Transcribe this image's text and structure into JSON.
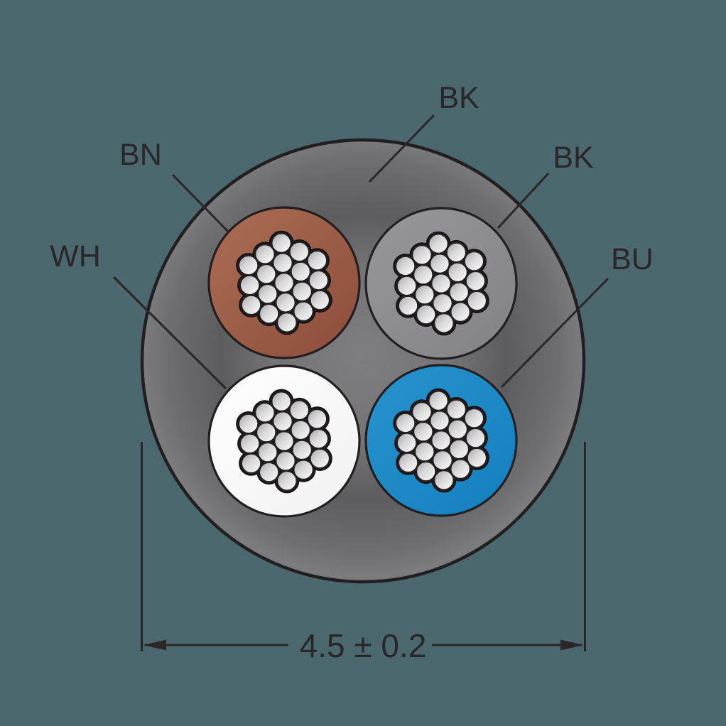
{
  "diagram": {
    "type": "cable-cross-section",
    "labels": {
      "jacket": "BK",
      "bk": "BK",
      "bn": "BN",
      "wh": "WH",
      "bu": "BU"
    },
    "dimension": {
      "text": "4.5 ± 0.2"
    },
    "conductors": [
      {
        "label": "BN",
        "color_name": "brown",
        "position": "top-left"
      },
      {
        "label": "BK",
        "color_name": "gray",
        "position": "top-right"
      },
      {
        "label": "WH",
        "color_name": "white",
        "position": "bottom-left"
      },
      {
        "label": "BU",
        "color_name": "blue",
        "position": "bottom-right"
      }
    ],
    "strands_per_conductor": 19,
    "colors": {
      "background": "#4C686F",
      "outline": "#231F20",
      "line": "#2B2728",
      "text": "#2B2728",
      "jacket_center": "#7E7E81",
      "jacket_inner": "#747477",
      "jacket_mid": "#5D5D60",
      "jacket_outer": "#6E6E71",
      "jacket_rim": "#7C7C7F",
      "jacket_edge": "#717174",
      "brown_light": "#AC6E55",
      "brown_dark": "#8C4C3A",
      "gray_light": "#98989C",
      "gray_dark": "#828286",
      "white_light": "#FFFFFF",
      "white_dark": "#F1F1F2",
      "blue_light": "#2694CE",
      "blue_dark": "#147FBE",
      "strand_dark": "#A3A3A6",
      "strand_mid": "#D8D8DA",
      "strand_light": "#FFFFFF",
      "bundle_black": "#181314"
    }
  }
}
